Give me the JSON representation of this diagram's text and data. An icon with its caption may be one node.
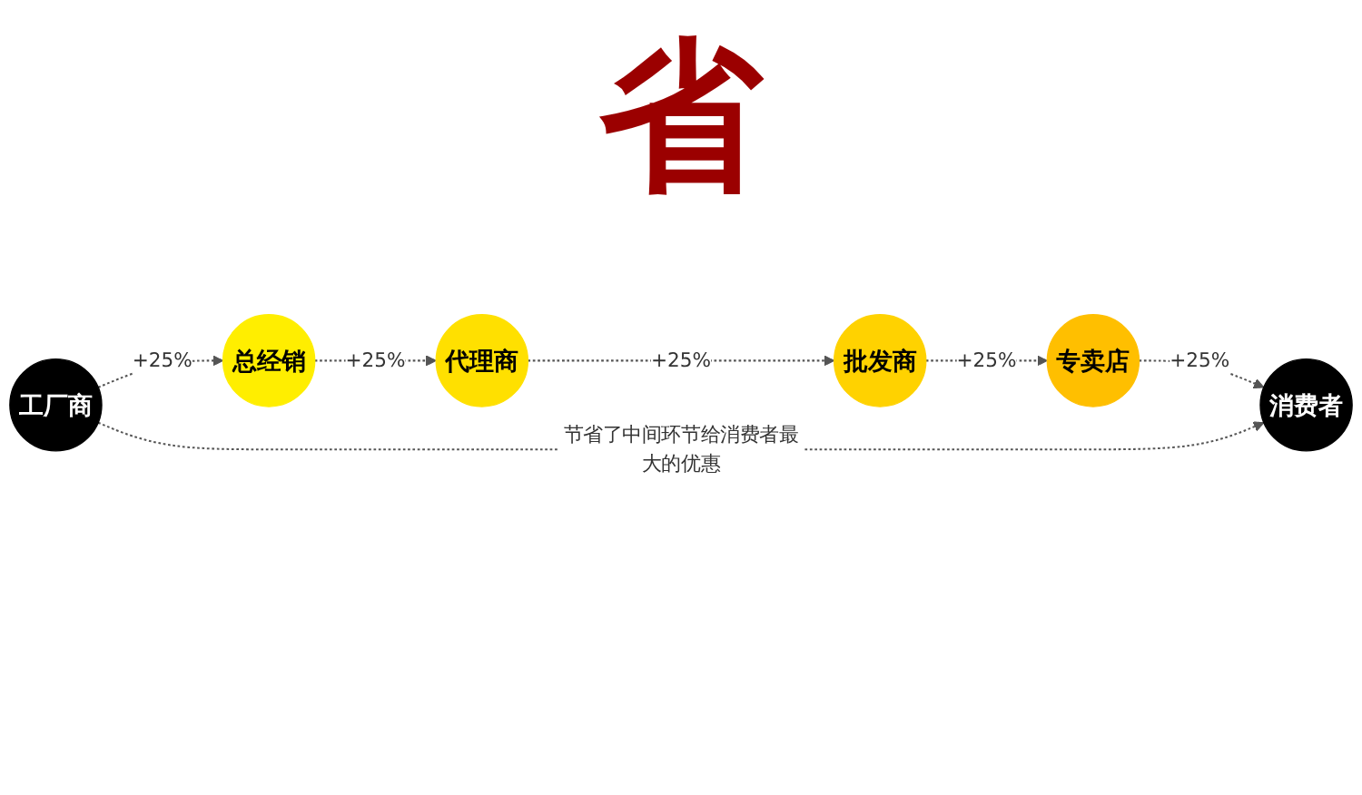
{
  "diagram": {
    "nodes": [
      {
        "text": [
          "工厂商"
        ]
      },
      {
        "text": [
          "总经销"
        ]
      },
      {
        "text": [
          "代理商"
        ]
      },
      {
        "text": [
          "批发商"
        ]
      },
      {
        "text": [
          "专卖店"
        ]
      },
      {
        "text": [
          "消费者"
        ]
      }
    ],
    "edges": [
      {
        "from": 0,
        "to": 1,
        "arrow": "to",
        "label": "+25%",
        "style": "dashed"
      },
      {
        "from": 1,
        "to": 2,
        "arrow": "to",
        "label": "+25%",
        "style": "dashed"
      },
      {
        "from": 2,
        "to": 3,
        "arrow": "to",
        "label": "+25%",
        "style": "dashed"
      },
      {
        "from": 3,
        "to": 4,
        "arrow": "to",
        "label": "+25%",
        "style": "dashed"
      },
      {
        "from": 4,
        "to": 5,
        "arrow": "to",
        "label": "+25%",
        "style": "dashed"
      },
      {
        "from": 0,
        "to": 5,
        "arrow": "to",
        "label": "节省了中间环节给消费者最大的优惠",
        "style": "dashed"
      }
    ],
    "labels": [
      "省"
    ]
  }
}
